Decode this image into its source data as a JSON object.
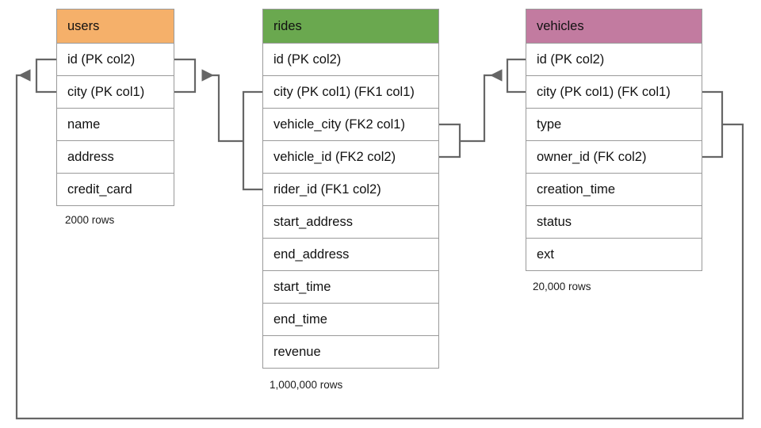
{
  "diagram": {
    "title": "Ride-sharing schema entity relationship diagram",
    "background": "#ffffff",
    "connector_color": "#666666",
    "border_color": "#9a9a9a"
  },
  "tables": [
    {
      "id": "users",
      "name": "users",
      "header_color": "#f5b06a",
      "rows_caption": "2000 rows",
      "columns": [
        {
          "label": "id (PK col2)"
        },
        {
          "label": "city (PK col1)"
        },
        {
          "label": "name"
        },
        {
          "label": "address"
        },
        {
          "label": "credit_card"
        }
      ]
    },
    {
      "id": "rides",
      "name": "rides",
      "header_color": "#6aa84f",
      "rows_caption": "1,000,000 rows",
      "columns": [
        {
          "label": "id (PK col2)"
        },
        {
          "label": "city (PK col1) (FK1 col1)"
        },
        {
          "label": "vehicle_city (FK2 col1)"
        },
        {
          "label": "vehicle_id (FK2 col2)"
        },
        {
          "label": "rider_id (FK1 col2)"
        },
        {
          "label": "start_address"
        },
        {
          "label": "end_address"
        },
        {
          "label": "start_time"
        },
        {
          "label": "end_time"
        },
        {
          "label": "revenue"
        }
      ]
    },
    {
      "id": "vehicles",
      "name": "vehicles",
      "header_color": "#c27ba0",
      "rows_caption": "20,000 rows",
      "columns": [
        {
          "label": "id (PK col2)"
        },
        {
          "label": "city (PK col1) (FK col1)"
        },
        {
          "label": "type"
        },
        {
          "label": "owner_id (FK col2)"
        },
        {
          "label": "creation_time"
        },
        {
          "label": "status"
        },
        {
          "label": "ext"
        }
      ]
    }
  ],
  "relationships": [
    {
      "id": "rides-fk1-users",
      "from_table": "rides",
      "from_columns": [
        "city (PK col1) (FK1 col1)",
        "rider_id (FK1 col2)"
      ],
      "to_table": "users",
      "to_columns": [
        "id (PK col2)",
        "city (PK col1)"
      ],
      "arrow": "points-left-into-users"
    },
    {
      "id": "rides-fk2-vehicles",
      "from_table": "rides",
      "from_columns": [
        "vehicle_city (FK2 col1)",
        "vehicle_id (FK2 col2)"
      ],
      "to_table": "vehicles",
      "to_columns": [
        "id (PK col2)",
        "city (PK col1) (FK col1)"
      ],
      "arrow": "points-right-into-vehicles"
    },
    {
      "id": "vehicles-fk-users",
      "from_table": "vehicles",
      "from_columns": [
        "city (PK col1) (FK col1)",
        "owner_id (FK col2)"
      ],
      "to_table": "users",
      "to_columns": [
        "id (PK col2)",
        "city (PK col1)"
      ],
      "arrow": "points-right-into-users"
    }
  ]
}
